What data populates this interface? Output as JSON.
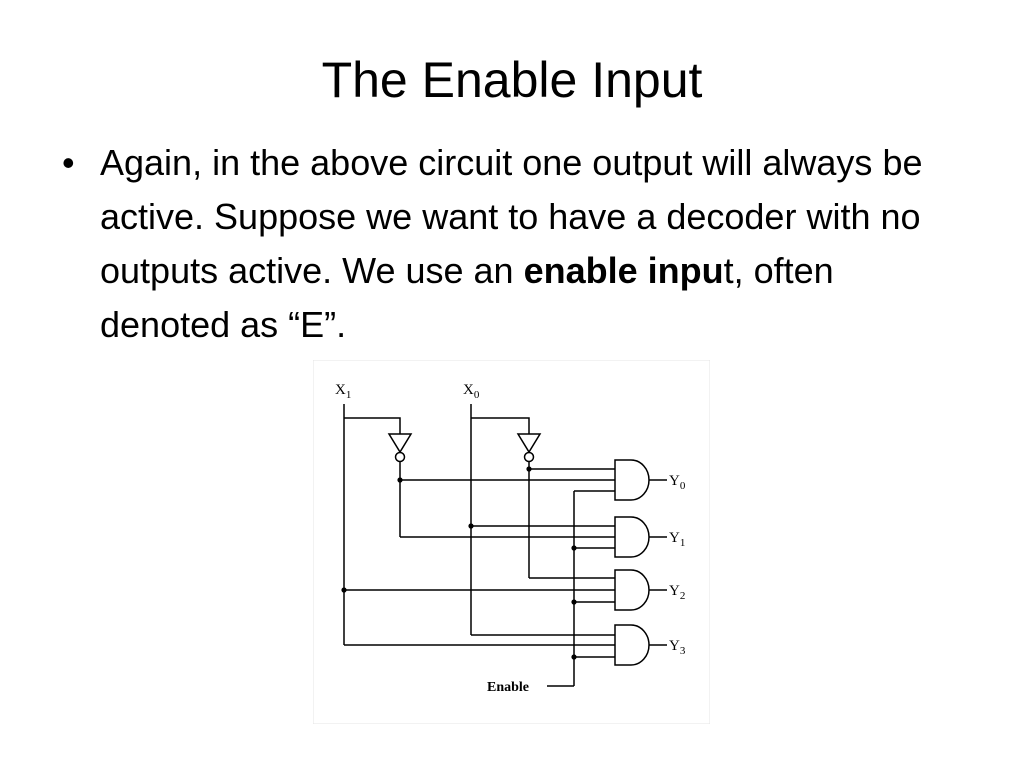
{
  "slide": {
    "title": "The Enable Input",
    "bullet": {
      "symbol": "•",
      "text_before": "Again, in the above circuit one output will always be active.  Suppose we want to have a decoder with no outputs active.  We use an ",
      "bold_text": "enable inpu",
      "text_after": "t, often denoted as “E”."
    }
  },
  "diagram": {
    "inputs": [
      {
        "letter": "X",
        "sub": "1"
      },
      {
        "letter": "X",
        "sub": "0"
      }
    ],
    "outputs": [
      {
        "letter": "Y",
        "sub": "0"
      },
      {
        "letter": "Y",
        "sub": "1"
      },
      {
        "letter": "Y",
        "sub": "2"
      },
      {
        "letter": "Y",
        "sub": "3"
      }
    ],
    "enable_label": "Enable"
  }
}
